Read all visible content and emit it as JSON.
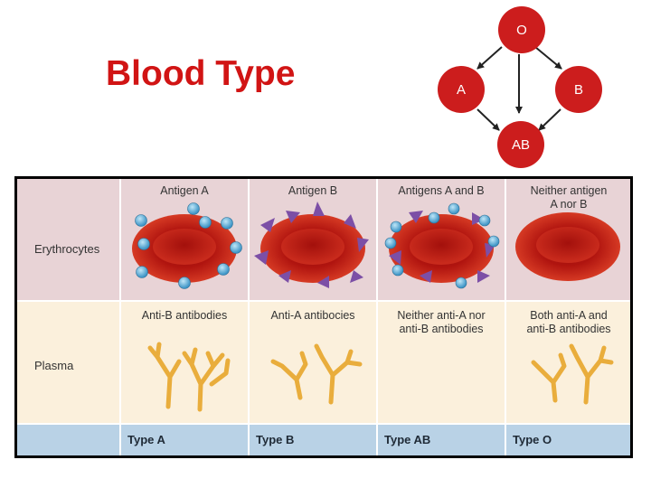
{
  "title": "Blood Type",
  "flow": {
    "o": "O",
    "a": "A",
    "b": "B",
    "ab": "AB"
  },
  "table": {
    "row_labels": {
      "erythrocytes": "Erythrocytes",
      "plasma": "Plasma"
    },
    "columns": [
      {
        "antigen": [
          "Antigen A"
        ],
        "antibody": [
          "Anti-B antibodies"
        ],
        "type": "Type A"
      },
      {
        "antigen": [
          "Antigen B"
        ],
        "antibody": [
          "Anti-A antibocies"
        ],
        "type": "Type B"
      },
      {
        "antigen": [
          "Antigens A and B"
        ],
        "antibody": [
          "Neither anti-A nor",
          "anti-B antibodies"
        ],
        "type": "Type AB"
      },
      {
        "antigen": [
          "Neither antigen",
          "A nor B"
        ],
        "antibody": [
          "Both anti-A and",
          "anti-B antibodies"
        ],
        "type": "Type O"
      }
    ]
  },
  "colors": {
    "title": "#d11414",
    "circle": "#cc1d1d",
    "antigen_a": "#5aaed6",
    "antigen_b": "#7c4fa6",
    "antibody": "#e9ad3c",
    "row_top": "#e8d3d6",
    "row_mid": "#fbf0dc",
    "row_bottom": "#b9d2e6"
  }
}
